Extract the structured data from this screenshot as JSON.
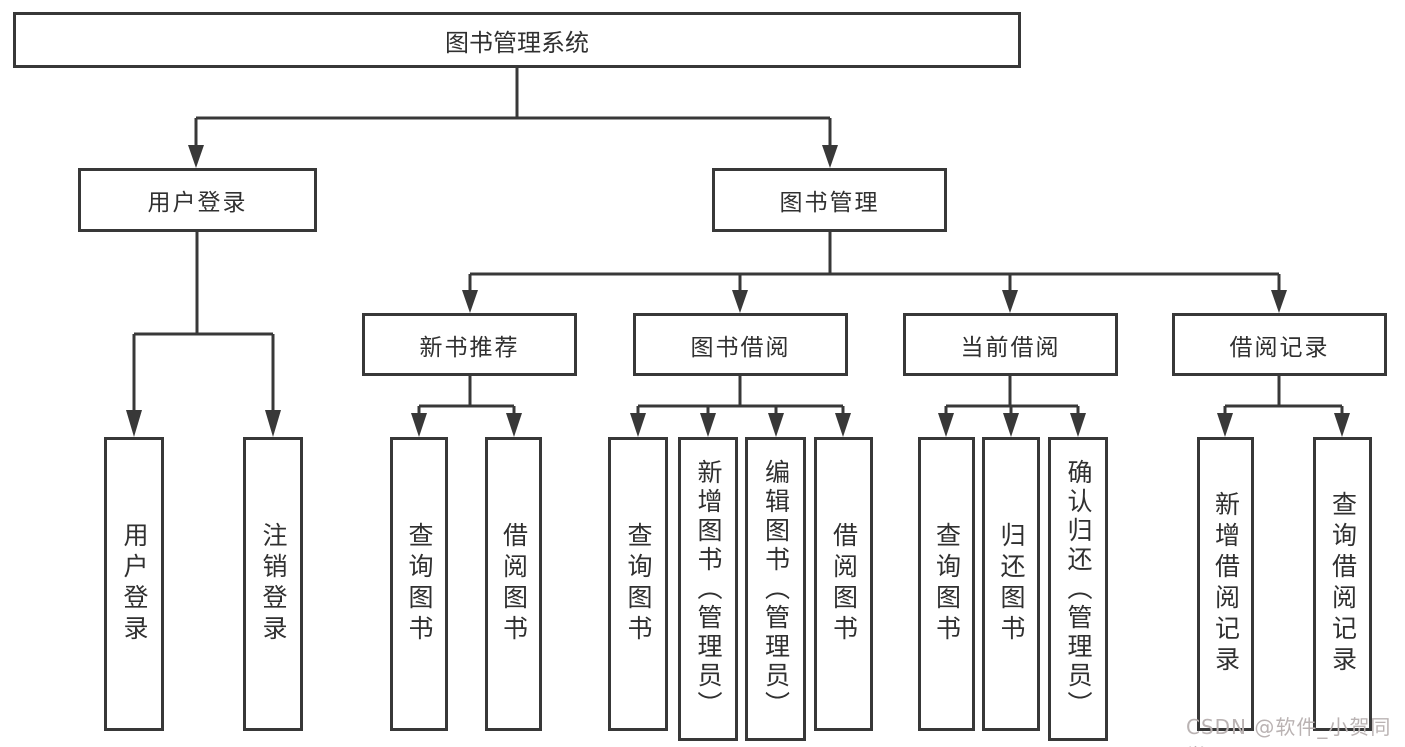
{
  "diagram_title": "图书管理系统",
  "nodes": {
    "root": "图书管理系统",
    "user_login": "用户登录",
    "book_management": "图书管理",
    "new_book_recommend": "新书推荐",
    "book_borrowing": "图书借阅",
    "current_borrowing": "当前借阅",
    "borrow_records": "借阅记录",
    "leaf_user_login": "用户登录",
    "leaf_logout": "注销登录",
    "leaf_query_books_1": "查询图书",
    "leaf_borrow_books_1": "借阅图书",
    "leaf_query_books_2": "查询图书",
    "leaf_add_books_admin": "新增图书（管理员）",
    "leaf_edit_books_admin": "编辑图书（管理员）",
    "leaf_borrow_books_2": "借阅图书",
    "leaf_query_books_3": "查询图书",
    "leaf_return_books": "归还图书",
    "leaf_confirm_return_admin": "确认归还（管理员）",
    "leaf_add_borrow_record": "新增借阅记录",
    "leaf_query_borrow_record": "查询借阅记录"
  },
  "watermark": "CSDN @软件_小贺同学",
  "colors": {
    "line": "#383838",
    "text": "#303030",
    "watermark": "#bab3b3",
    "background": "#ffffff"
  }
}
